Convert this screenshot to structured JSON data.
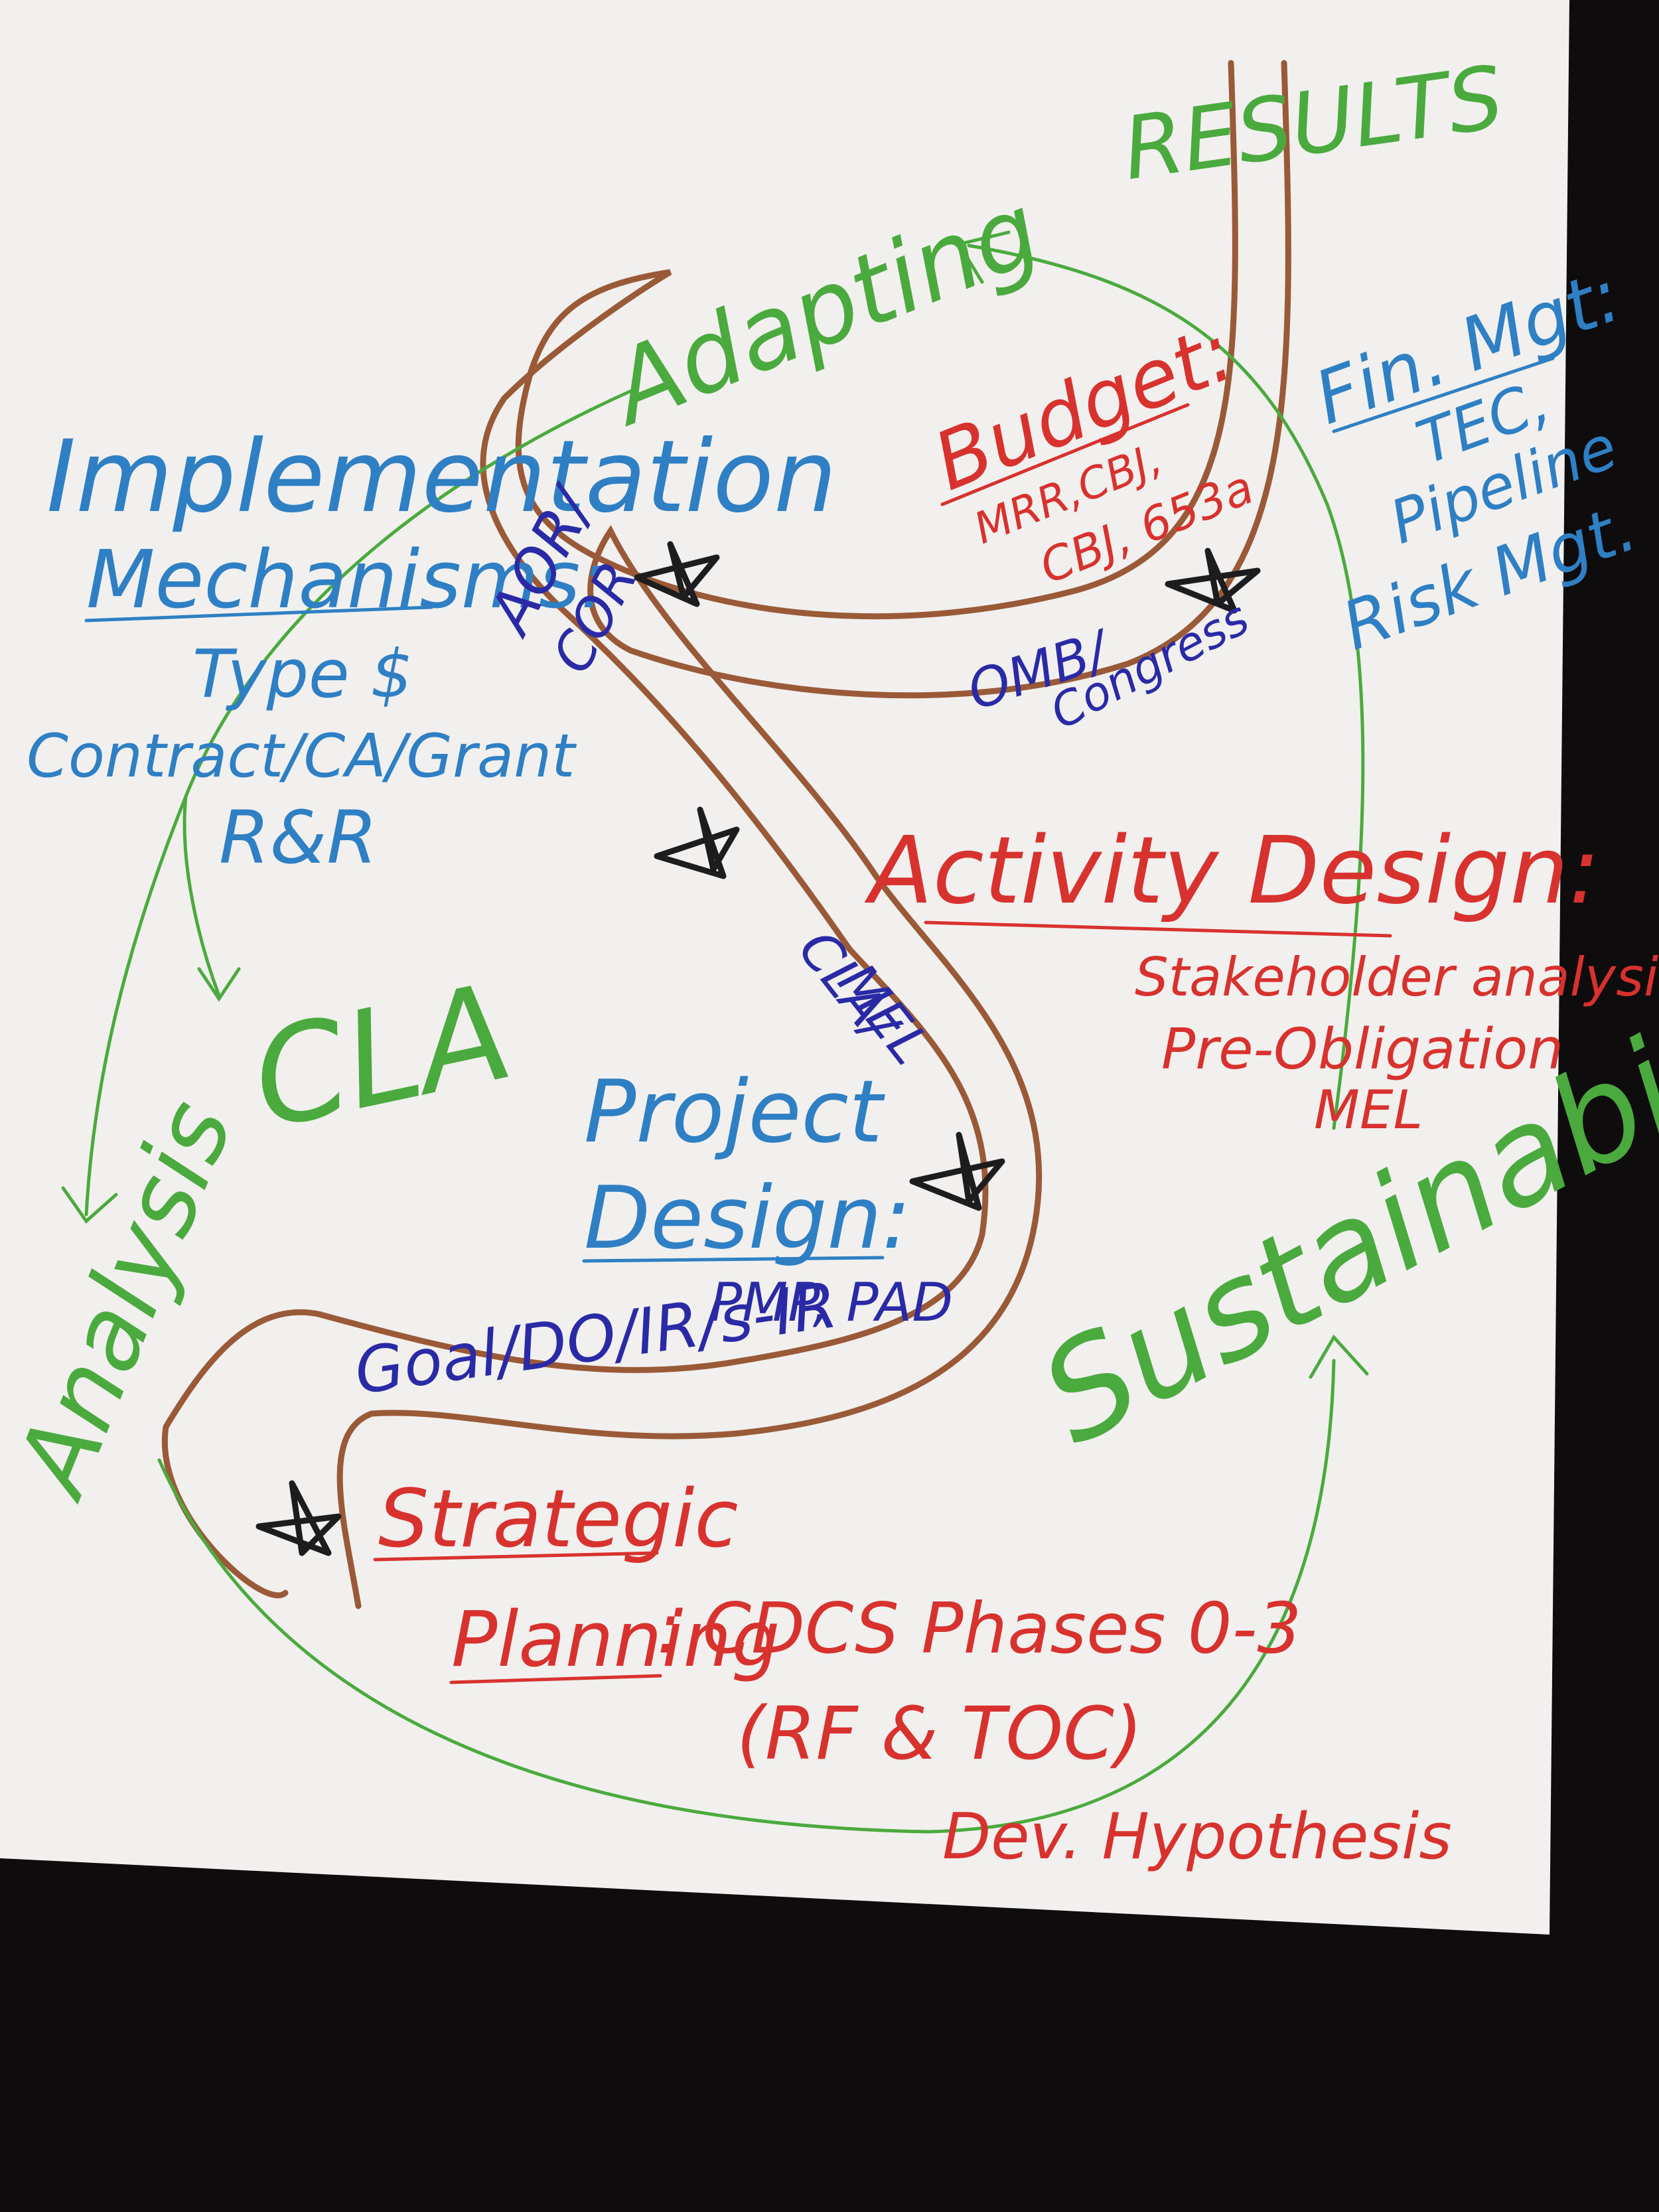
{
  "colors": {
    "paper": "#f2f0ee",
    "background": "#0e0c0d",
    "river_brown": "#9a5a38",
    "star_black": "#1d1d1f",
    "green_marker": "#4aaa3e",
    "blue_marker": "#2f7fc4",
    "navy_marker": "#2a2aa6",
    "red_marker": "#d8322e"
  },
  "labels": {
    "results": "RESULTS",
    "adapting": "Adapting",
    "cla": "CLA",
    "analysis": "Analysis",
    "sustainability": "Sustainability",
    "implementation": "Implementation",
    "mechanisms": "Mechanisms:",
    "type_money": "Type  $",
    "contract_ca_grant": "Contract/CA/Grant",
    "r_and_r": "R&R",
    "fin_mgt": "Fin. Mgt:",
    "tec": "TEC,",
    "pipeline": "Pipeline",
    "risk_mgt": "Risk Mgt.",
    "budget": "Budget:",
    "budget_line1": "MRR,CBJ,",
    "budget_line2": "CBJ, 653a",
    "aor_cor": "AOR/",
    "cor": "COR",
    "omb_congress_1": "OMB/",
    "omb_congress_2": "Congress",
    "activity_design": "Activity Design:",
    "stakeholder": "Stakeholder analysis",
    "pre_obligation": "Pre-Obligation",
    "mel_red": "MEL",
    "cla_mel_1": "CLA/",
    "cla_mel_2": "MEL",
    "project": "Project",
    "design": "Design:",
    "pmp_pad": "PMP, PAD",
    "goal_do": "Goal/DO/IR/s-IR",
    "strategic": "Strategic",
    "planning": "Planning",
    "cdcs": ": CDCS Phases 0-3",
    "rf_toc": "(RF & TOC)",
    "dev_hyp": "Dev. Hypothesis"
  }
}
